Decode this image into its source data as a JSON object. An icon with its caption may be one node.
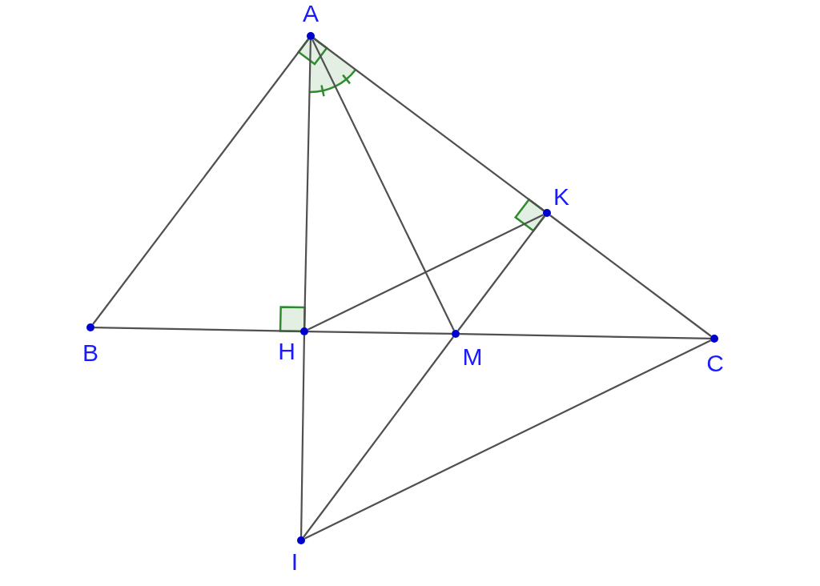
{
  "diagram": {
    "nodes": [
      {
        "text": [
          "A"
        ]
      },
      {
        "text": [
          "B"
        ]
      },
      {
        "text": [
          "H"
        ]
      },
      {
        "text": [
          "M"
        ]
      },
      {
        "text": [
          "C"
        ]
      },
      {
        "text": [
          "K"
        ]
      },
      {
        "text": [
          "I"
        ]
      }
    ],
    "edges": [
      {
        "from": 0,
        "to": 1,
        "arrow": "none"
      },
      {
        "from": 0,
        "to": 5,
        "arrow": "none"
      },
      {
        "from": 5,
        "to": 4,
        "arrow": "none"
      },
      {
        "from": 1,
        "to": 2,
        "arrow": "none"
      },
      {
        "from": 2,
        "to": 3,
        "arrow": "none"
      },
      {
        "from": 3,
        "to": 4,
        "arrow": "none"
      },
      {
        "from": 0,
        "to": 2,
        "arrow": "none"
      },
      {
        "from": 2,
        "to": 6,
        "arrow": "none"
      },
      {
        "from": 0,
        "to": 3,
        "arrow": "none"
      },
      {
        "from": 2,
        "to": 5,
        "arrow": "none"
      },
      {
        "from": 5,
        "to": 3,
        "arrow": "none"
      },
      {
        "from": 3,
        "to": 6,
        "arrow": "none"
      },
      {
        "from": 6,
        "to": 4,
        "arrow": "none"
      }
    ]
  }
}
